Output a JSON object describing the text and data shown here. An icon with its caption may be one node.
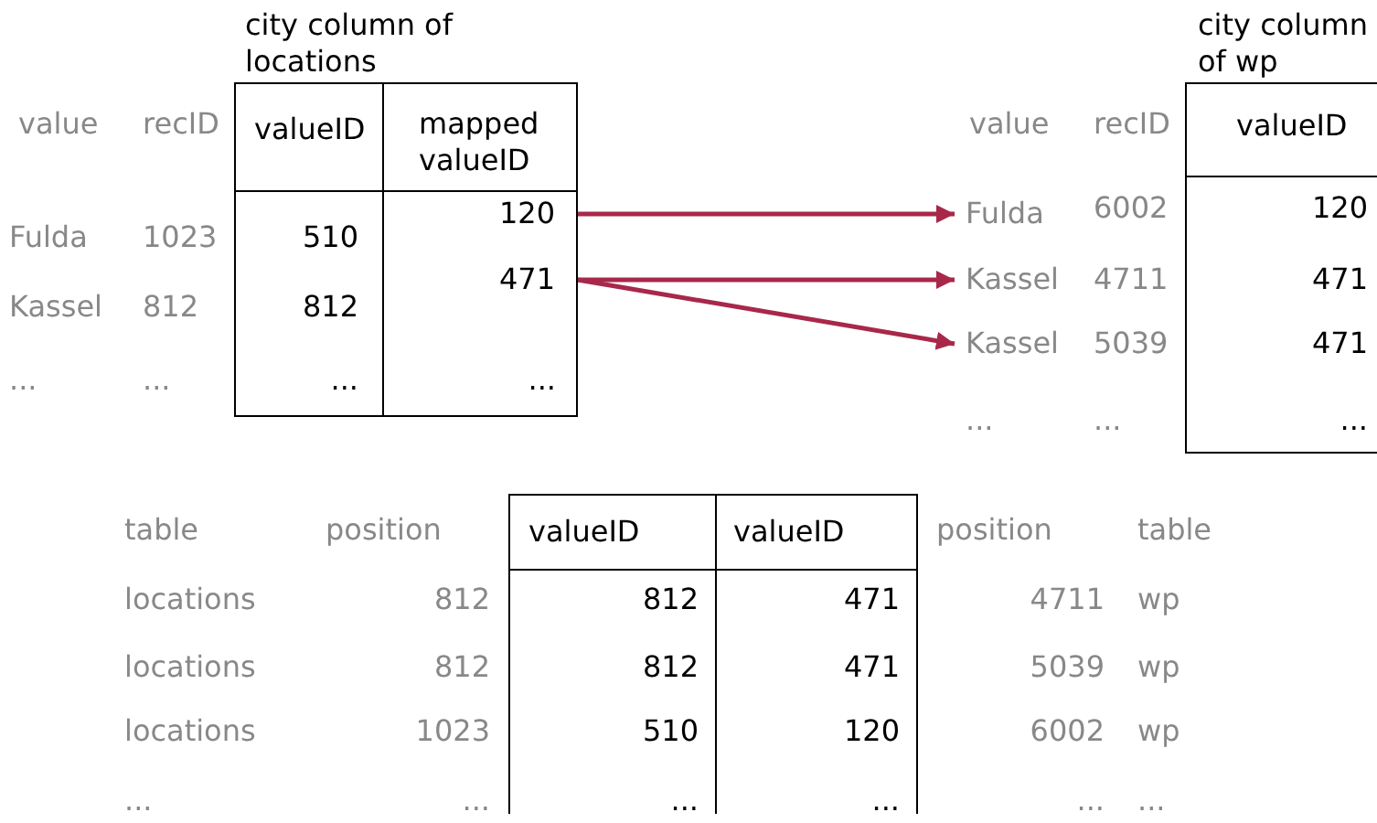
{
  "diagram": {
    "nodes": [
      {
        "text": [
          "city column of locations",
          "valueID",
          "mapped valueID"
        ]
      },
      {
        "text": [
          "120"
        ],
        "in": 0
      },
      {
        "text": [
          "471"
        ],
        "in": 0
      },
      {
        "text": [
          "city column of wp",
          "valueID"
        ]
      },
      {
        "text": [
          "Fulda"
        ]
      },
      {
        "text": [
          "Kassel"
        ]
      },
      {
        "text": [
          "Kassel"
        ]
      },
      {
        "text": [
          "valueID",
          "valueID"
        ]
      }
    ],
    "edges": [
      {
        "from": 1,
        "to": 4,
        "arrow": "to"
      },
      {
        "from": 2,
        "to": 5,
        "arrow": "to"
      },
      {
        "from": 2,
        "to": 6,
        "arrow": "to"
      }
    ],
    "labels": [
      "value",
      "recID",
      "Fulda",
      "1023",
      "510",
      "Kassel",
      "812",
      "812",
      "...",
      "...",
      "...",
      "...",
      "value",
      "recID",
      "6002",
      "120",
      "4711",
      "471",
      "5039",
      "471",
      "...",
      "...",
      "...",
      "table",
      "position",
      "position",
      "table",
      "locations",
      "812",
      "812",
      "471",
      "4711",
      "wp",
      "locations",
      "812",
      "812",
      "471",
      "5039",
      "wp",
      "locations",
      "1023",
      "510",
      "120",
      "6002",
      "wp",
      "...",
      "...",
      "...",
      "...",
      "...",
      "..."
    ]
  }
}
